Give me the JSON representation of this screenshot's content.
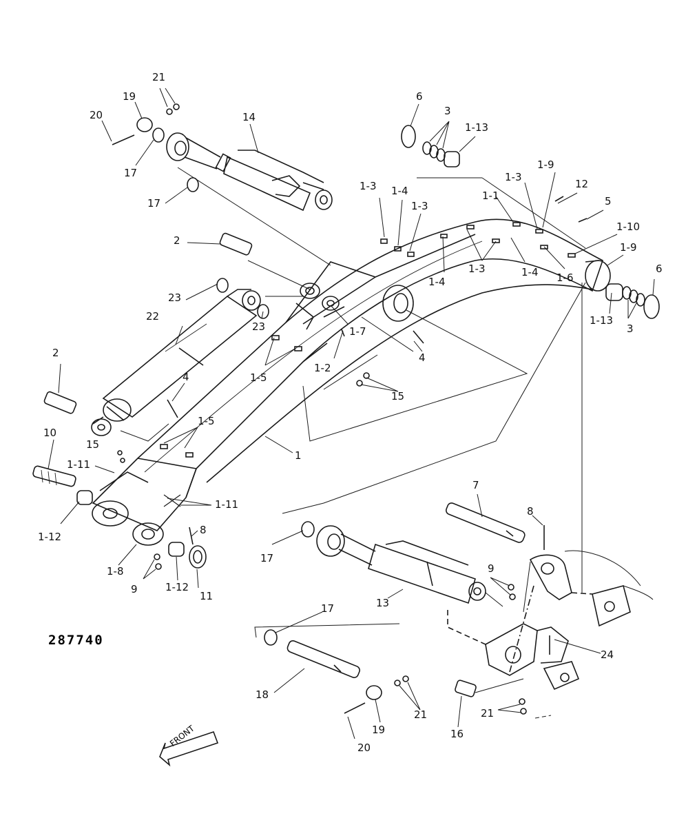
{
  "diagram": {
    "reference_number": "287740",
    "direction_label": "FRONT",
    "callouts": [
      {
        "id": "c21a",
        "text": "21"
      },
      {
        "id": "c19a",
        "text": "19"
      },
      {
        "id": "c20a",
        "text": "20"
      },
      {
        "id": "c14",
        "text": "14"
      },
      {
        "id": "c17a",
        "text": "17"
      },
      {
        "id": "c17b",
        "text": "17"
      },
      {
        "id": "c6a",
        "text": "6"
      },
      {
        "id": "c3a",
        "text": "3"
      },
      {
        "id": "c113a",
        "text": "1-13"
      },
      {
        "id": "c19b",
        "text": "1-9"
      },
      {
        "id": "c12",
        "text": "12"
      },
      {
        "id": "c13a",
        "text": "1-3"
      },
      {
        "id": "c13b",
        "text": "1-3"
      },
      {
        "id": "c14a",
        "text": "1-4"
      },
      {
        "id": "c11",
        "text": "1-1"
      },
      {
        "id": "c13c",
        "text": "1-3"
      },
      {
        "id": "c5",
        "text": "5"
      },
      {
        "id": "c110",
        "text": "1-10"
      },
      {
        "id": "c19c",
        "text": "1-9"
      },
      {
        "id": "c2a",
        "text": "2"
      },
      {
        "id": "c13d",
        "text": "1-3"
      },
      {
        "id": "c14b",
        "text": "1-4"
      },
      {
        "id": "c14c",
        "text": "1-4"
      },
      {
        "id": "c16",
        "text": "1-6"
      },
      {
        "id": "c6b",
        "text": "6"
      },
      {
        "id": "c23a",
        "text": "23"
      },
      {
        "id": "c17c",
        "text": "1-7"
      },
      {
        "id": "c22",
        "text": "22"
      },
      {
        "id": "c23b",
        "text": "23"
      },
      {
        "id": "c113b",
        "text": "1-13"
      },
      {
        "id": "c3b",
        "text": "3"
      },
      {
        "id": "c4a",
        "text": "4"
      },
      {
        "id": "c2b",
        "text": "2"
      },
      {
        "id": "c12b",
        "text": "1-2"
      },
      {
        "id": "c15a",
        "text": "1-5"
      },
      {
        "id": "c15n",
        "text": "15"
      },
      {
        "id": "c4b",
        "text": "4"
      },
      {
        "id": "c15b",
        "text": "1-5"
      },
      {
        "id": "c15m",
        "text": "15"
      },
      {
        "id": "c1",
        "text": "1"
      },
      {
        "id": "c10",
        "text": "10"
      },
      {
        "id": "c111a",
        "text": "1-11"
      },
      {
        "id": "c111b",
        "text": "1-11"
      },
      {
        "id": "c112a",
        "text": "1-12"
      },
      {
        "id": "c7",
        "text": "7"
      },
      {
        "id": "c8a",
        "text": "8"
      },
      {
        "id": "c8b",
        "text": "8"
      },
      {
        "id": "c17d",
        "text": "17"
      },
      {
        "id": "c18",
        "text": "1-8"
      },
      {
        "id": "c9a",
        "text": "9"
      },
      {
        "id": "c112b",
        "text": "1-12"
      },
      {
        "id": "c11b",
        "text": "11"
      },
      {
        "id": "c9b",
        "text": "9"
      },
      {
        "id": "c13n",
        "text": "13"
      },
      {
        "id": "c17e",
        "text": "17"
      },
      {
        "id": "c24",
        "text": "24"
      },
      {
        "id": "c18b",
        "text": "18"
      },
      {
        "id": "c21b",
        "text": "21"
      },
      {
        "id": "c21c",
        "text": "21"
      },
      {
        "id": "c19d",
        "text": "19"
      },
      {
        "id": "c16b",
        "text": "16"
      },
      {
        "id": "c20b",
        "text": "20"
      }
    ]
  }
}
